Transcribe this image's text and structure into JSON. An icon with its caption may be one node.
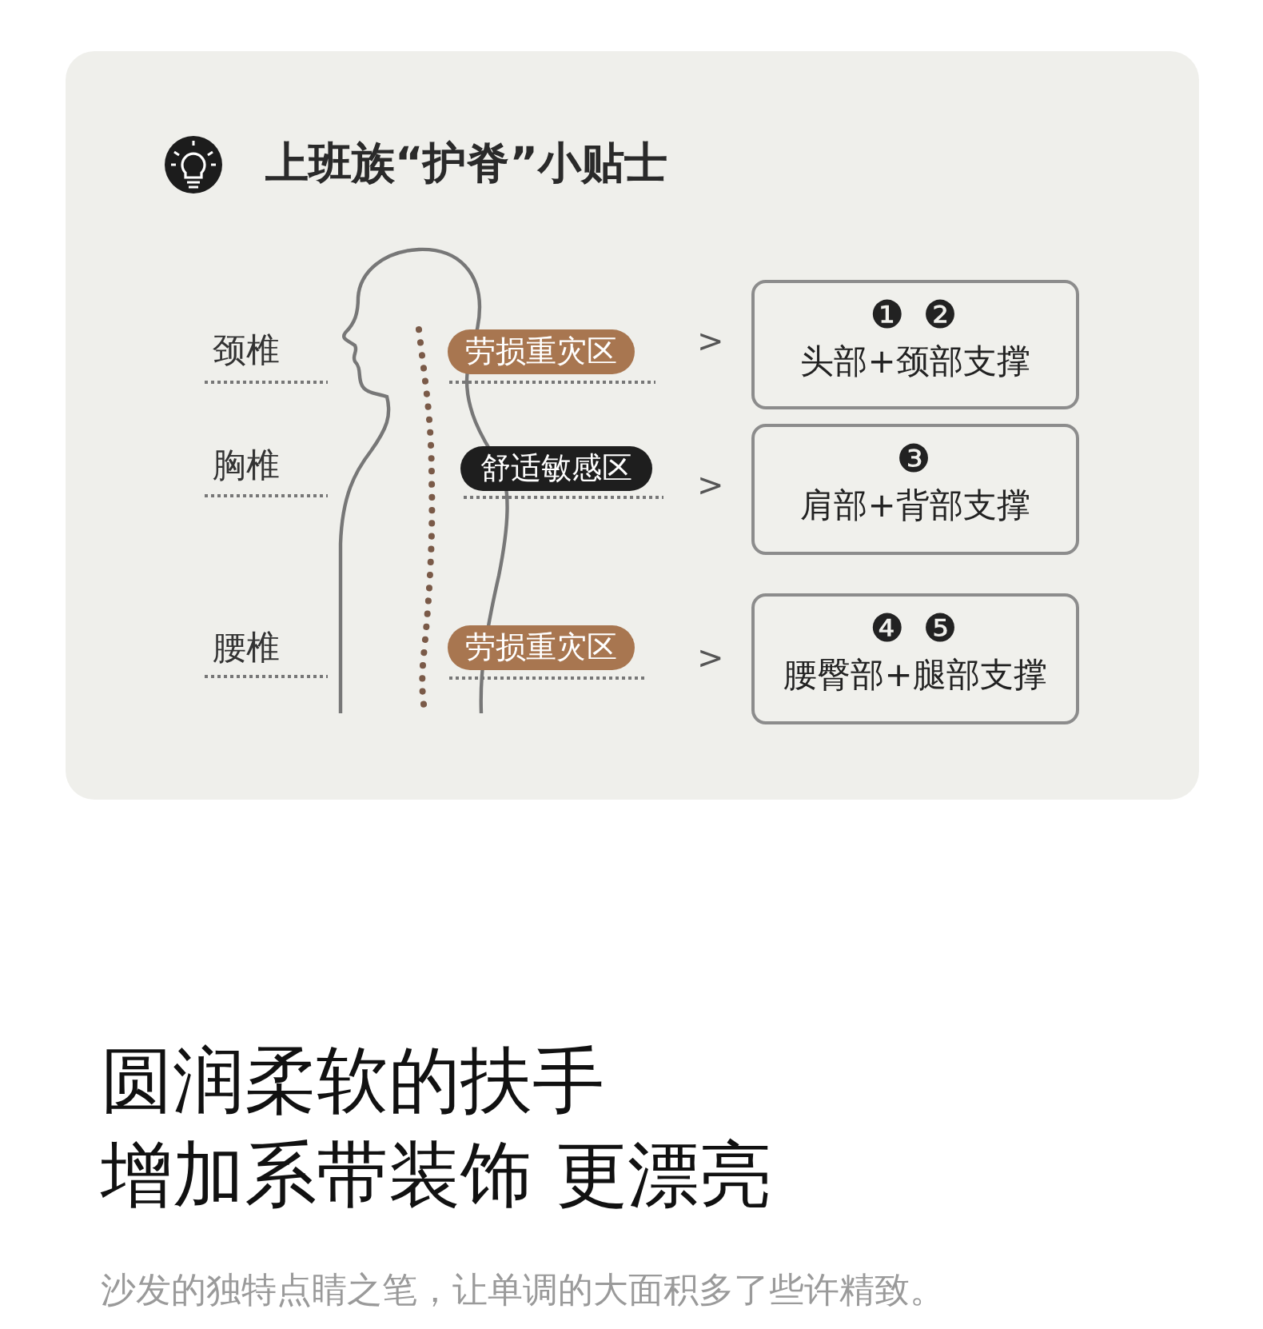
{
  "diagram": {
    "title": "上班族“护脊”小贴士",
    "nodes": [
      {
        "text": [
          "劳损重灾区"
        ]
      },
      {
        "text": [
          "舒适敏感区"
        ]
      },
      {
        "text": [
          "劳损重灾区"
        ]
      },
      {
        "text": [
          "❶ ❷",
          "头部+颈部支撑"
        ]
      },
      {
        "text": [
          "❸",
          "肩部+背部支撑"
        ]
      },
      {
        "text": [
          "❹ ❺",
          "腰臀部+腿部支撑"
        ]
      }
    ],
    "labels": [
      "颈椎",
      "胸椎",
      "腰椎",
      ">",
      ">",
      ">",
      "圆润柔软的扶手",
      "增加系带装饰 更漂亮",
      "沙发的独特点睛之笔，让单调的大面积多了些许精致。"
    ]
  }
}
